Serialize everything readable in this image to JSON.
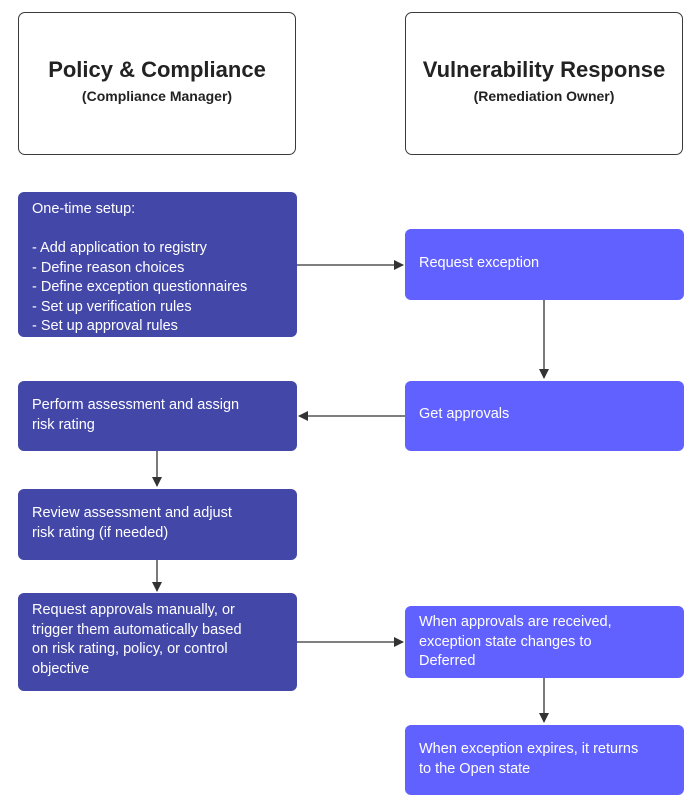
{
  "lanes": {
    "left": {
      "title": "Policy & Compliance",
      "subtitle": "(Compliance Manager)"
    },
    "right": {
      "title": "Vulnerability Response",
      "subtitle": "(Remediation Owner)"
    }
  },
  "steps": {
    "setup": {
      "lines": [
        "One-time setup:",
        "",
        "- Add application to registry",
        "- Define reason choices",
        "- Define exception questionnaires",
        "- Set up verification rules",
        "- Set up approval rules"
      ]
    },
    "request_exception": {
      "lines": [
        "Request exception"
      ]
    },
    "get_approvals": {
      "lines": [
        "Get approvals"
      ]
    },
    "perform_assessment": {
      "lines": [
        "Perform assessment and assign",
        "risk rating"
      ]
    },
    "review_assessment": {
      "lines": [
        "Review assessment and adjust",
        "risk rating (if needed)"
      ]
    },
    "request_approvals": {
      "lines": [
        "Request approvals manually, or",
        "trigger them automatically based",
        "on risk rating, policy, or control",
        "objective"
      ]
    },
    "approvals_received": {
      "lines": [
        "When approvals are received,",
        "exception state changes to",
        "Deferred"
      ]
    },
    "exception_expires": {
      "lines": [
        "When exception expires, it returns",
        "to the Open state"
      ]
    }
  },
  "colors": {
    "dark_box": "#4347a8",
    "light_box": "#6161ff",
    "connector": "#333333"
  }
}
